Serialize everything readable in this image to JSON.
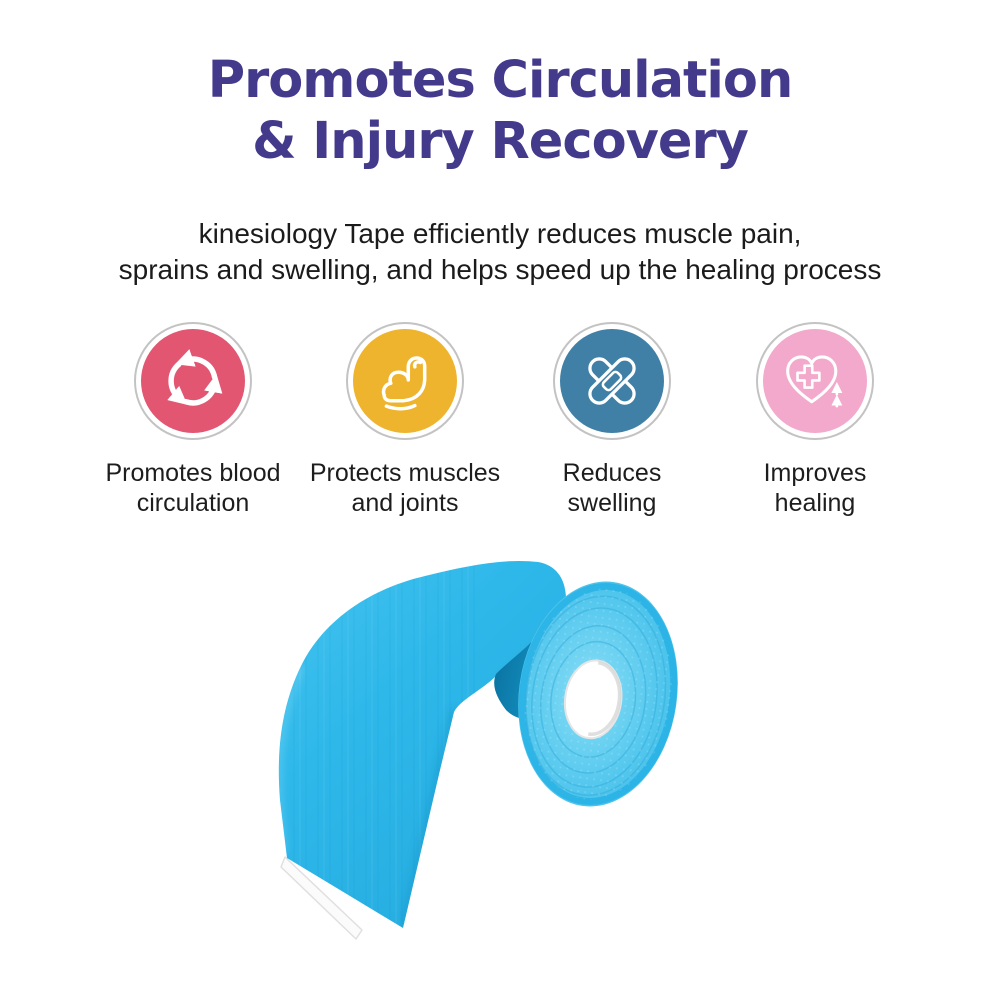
{
  "title": "Promotes Circulation\n& Injury Recovery",
  "subtitle": "kinesiology Tape efficiently reduces muscle pain,\nsprains and swelling, and helps speed up the healing process",
  "colors": {
    "title_purple": "#433a8c",
    "body_text": "#1d1d1d",
    "circle_border": "#c3c3c3",
    "tape_blue": "#2cb5e8"
  },
  "features": [
    {
      "icon": "circular-arrows-icon",
      "color": "#e25672",
      "label": "Promotes blood\ncirculation"
    },
    {
      "icon": "flexed-bicep-icon",
      "color": "#efb42d",
      "label": "Protects muscles\nand joints"
    },
    {
      "icon": "crossed-bandages-icon",
      "color": "#4180a6",
      "label": "Reduces\nswelling"
    },
    {
      "icon": "heart-medical-cross-icon",
      "color": "#f3a9cb",
      "label": "Improves\nhealing"
    }
  ],
  "product_image": {
    "description": "blue kinesiology tape roll, partially unrolled",
    "tape_color": "#2cb5e8",
    "core_color": "#ffffff"
  }
}
